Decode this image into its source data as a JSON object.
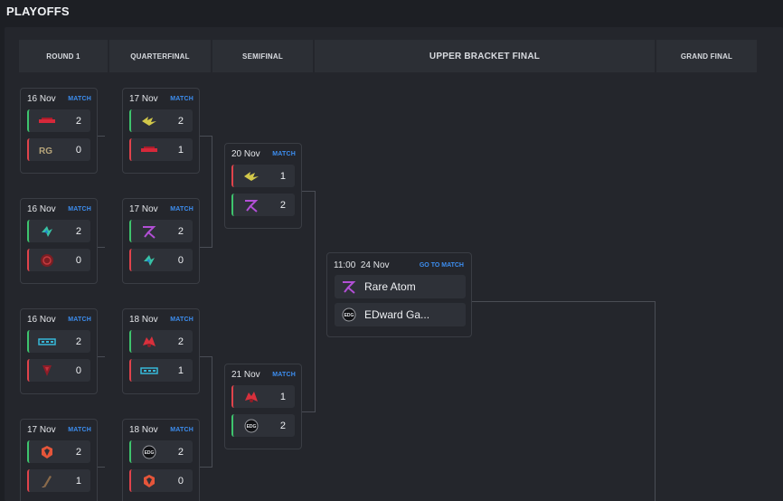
{
  "page": {
    "title": "PLAYOFFS"
  },
  "rounds": [
    {
      "label": "ROUND 1"
    },
    {
      "label": "QUARTERFINAL"
    },
    {
      "label": "SEMIFINAL"
    },
    {
      "label": "UPPER BRACKET FINAL"
    },
    {
      "label": "GRAND FINAL"
    }
  ],
  "matches": [
    {
      "date": "16 Nov",
      "link": "MATCH",
      "teams": [
        {
          "logo": "red-bar-logo",
          "score": "2",
          "result": "win"
        },
        {
          "logo": "rng-logo",
          "score": "0",
          "result": "loss"
        }
      ]
    },
    {
      "date": "16 Nov",
      "link": "MATCH",
      "teams": [
        {
          "logo": "cyan-bird-logo",
          "score": "2",
          "result": "win"
        },
        {
          "logo": "red-circle-logo",
          "score": "0",
          "result": "loss"
        }
      ]
    },
    {
      "date": "16 Nov",
      "link": "MATCH",
      "teams": [
        {
          "logo": "cyan-text-logo",
          "score": "2",
          "result": "win"
        },
        {
          "logo": "red-shield-logo",
          "score": "0",
          "result": "loss"
        }
      ]
    },
    {
      "date": "17 Nov",
      "link": "MATCH",
      "teams": [
        {
          "logo": "orange-hex-logo",
          "score": "2",
          "result": "win"
        },
        {
          "logo": "dark-slash-logo",
          "score": "1",
          "result": "loss"
        }
      ]
    },
    {
      "date": "17 Nov",
      "link": "MATCH",
      "teams": [
        {
          "logo": "yellow-wing-logo",
          "score": "2",
          "result": "win"
        },
        {
          "logo": "red-bar-logo",
          "score": "1",
          "result": "loss"
        }
      ]
    },
    {
      "date": "17 Nov",
      "link": "MATCH",
      "teams": [
        {
          "logo": "rare-atom-logo",
          "score": "2",
          "result": "win"
        },
        {
          "logo": "cyan-bird-logo",
          "score": "0",
          "result": "loss"
        }
      ]
    },
    {
      "date": "18 Nov",
      "link": "MATCH",
      "teams": [
        {
          "logo": "red-fox-logo",
          "score": "2",
          "result": "win"
        },
        {
          "logo": "cyan-text-logo",
          "score": "1",
          "result": "loss"
        }
      ]
    },
    {
      "date": "18 Nov",
      "link": "MATCH",
      "teams": [
        {
          "logo": "edg-logo",
          "score": "2",
          "result": "win"
        },
        {
          "logo": "orange-hex-logo",
          "score": "0",
          "result": "loss"
        }
      ]
    },
    {
      "date": "20 Nov",
      "link": "MATCH",
      "teams": [
        {
          "logo": "yellow-wing-logo",
          "score": "1",
          "result": "loss"
        },
        {
          "logo": "rare-atom-logo",
          "score": "2",
          "result": "win"
        }
      ]
    },
    {
      "date": "21 Nov",
      "link": "MATCH",
      "teams": [
        {
          "logo": "red-fox-logo",
          "score": "1",
          "result": "loss"
        },
        {
          "logo": "edg-logo",
          "score": "2",
          "result": "win"
        }
      ]
    }
  ],
  "final_match": {
    "time": "11:00",
    "date": "24 Nov",
    "link": "GO TO MATCH",
    "teams": [
      {
        "name": "Rare Atom",
        "logo": "rare-atom-logo"
      },
      {
        "name": "EDward Ga...",
        "logo": "edg-logo"
      }
    ]
  },
  "colors": {
    "accent": "#3d8ef0",
    "win": "#3ec46d",
    "loss": "#e0434b",
    "background": "#1d1f24",
    "card": "#24262c",
    "row": "#2e3138"
  }
}
